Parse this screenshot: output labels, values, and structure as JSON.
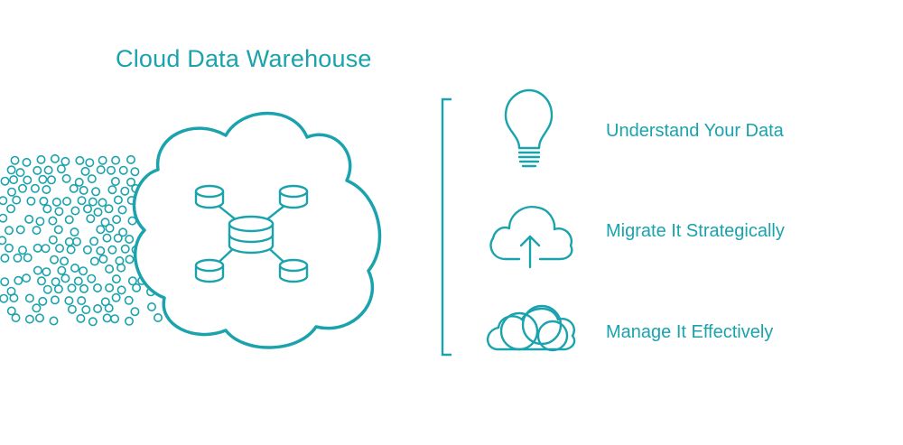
{
  "title": "Cloud Data Warehouse",
  "accent_color": "#1aa3ad",
  "features": [
    {
      "label": "Understand Your Data",
      "icon": "lightbulb-icon"
    },
    {
      "label": "Migrate It Strategically",
      "icon": "cloud-upload-icon"
    },
    {
      "label": "Manage It Effectively",
      "icon": "clouds-icon"
    }
  ],
  "central_icon": "cloud-database-network-icon"
}
